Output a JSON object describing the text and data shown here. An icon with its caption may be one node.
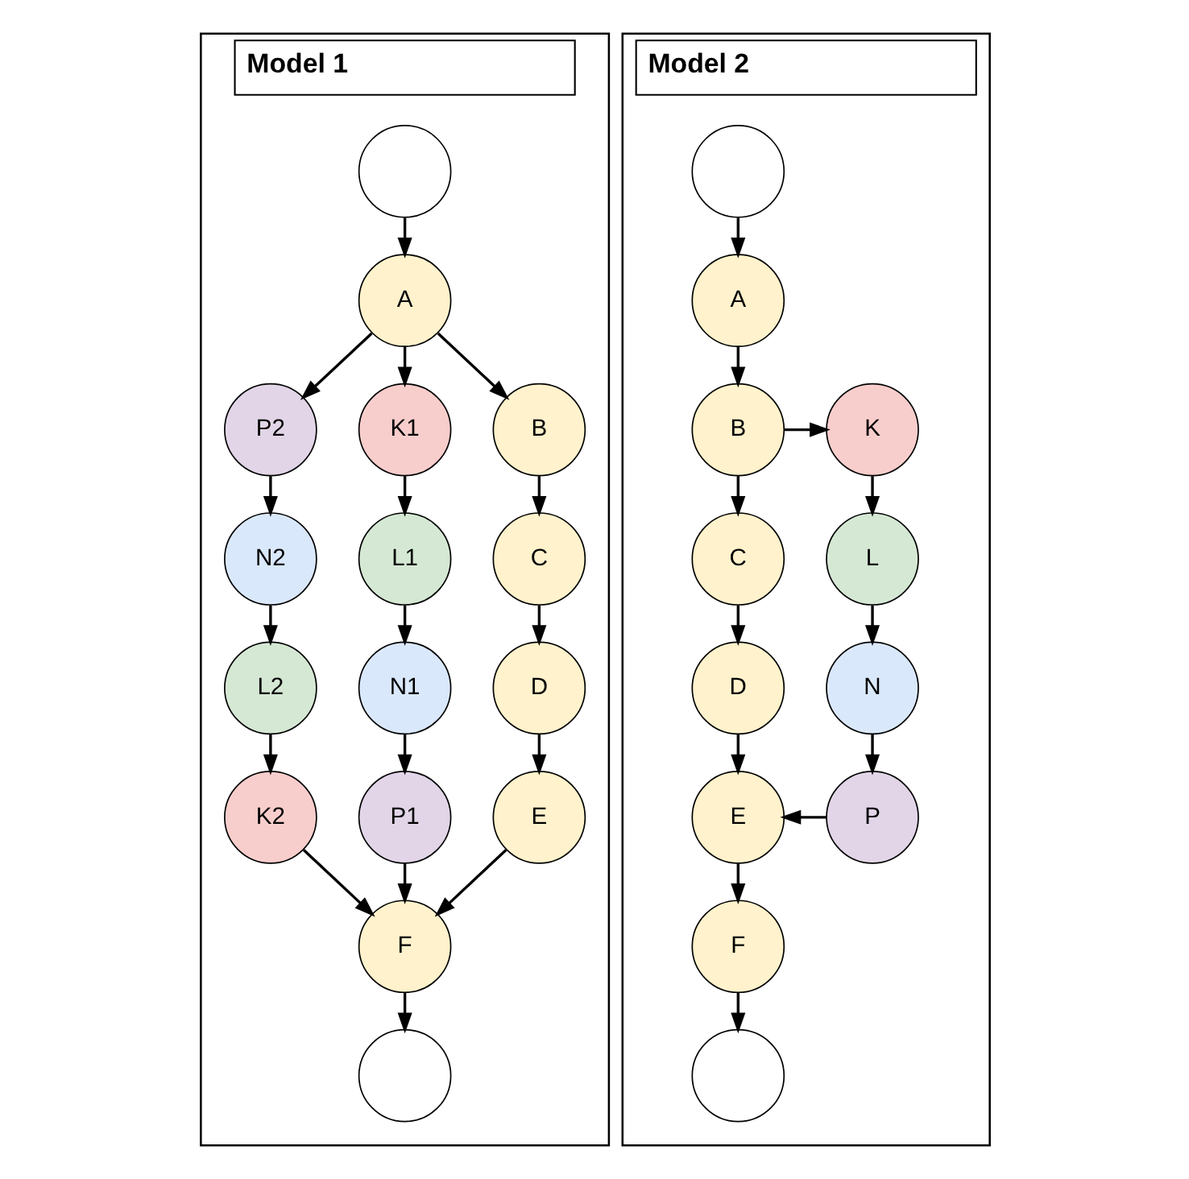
{
  "diagram": {
    "nodes": [
      {
        "text": [
          "Model 1"
        ]
      },
      {
        "text": [],
        "shape": "circle",
        "in": 0
      },
      {
        "text": [
          "A"
        ],
        "in": 0
      },
      {
        "text": [
          "K1"
        ],
        "in": 0
      },
      {
        "text": [
          "B"
        ],
        "in": 0
      },
      {
        "text": [
          "P2"
        ],
        "in": 0
      },
      {
        "text": [
          "L1"
        ],
        "in": 0
      },
      {
        "text": [
          "C"
        ],
        "in": 0
      },
      {
        "text": [
          "N2"
        ],
        "in": 0
      },
      {
        "text": [
          "N1"
        ],
        "in": 0
      },
      {
        "text": [
          "D"
        ],
        "in": 0
      },
      {
        "text": [
          "L2"
        ],
        "in": 0
      },
      {
        "text": [
          "P1"
        ],
        "in": 0
      },
      {
        "text": [
          "E"
        ],
        "in": 0
      },
      {
        "text": [
          "K2"
        ],
        "in": 0
      },
      {
        "text": [
          "F"
        ],
        "in": 0
      },
      {
        "text": [],
        "shape": "circle",
        "in": 0
      },
      {
        "text": [
          "Model 2"
        ]
      },
      {
        "text": [],
        "shape": "circle",
        "in": 17
      },
      {
        "text": [
          "A"
        ],
        "in": 17
      },
      {
        "text": [
          "B"
        ],
        "in": 17
      },
      {
        "text": [
          "K"
        ],
        "in": 17
      },
      {
        "text": [
          "C"
        ],
        "in": 17
      },
      {
        "text": [
          "L"
        ],
        "in": 17
      },
      {
        "text": [
          "D"
        ],
        "in": 17
      },
      {
        "text": [
          "N"
        ],
        "in": 17
      },
      {
        "text": [
          "E"
        ],
        "in": 17
      },
      {
        "text": [
          "P"
        ],
        "in": 17
      },
      {
        "text": [
          "F"
        ],
        "in": 17
      },
      {
        "text": [],
        "shape": "circle",
        "in": 17
      }
    ],
    "edges": [
      {
        "from": 1,
        "to": 2,
        "arrow": "to"
      },
      {
        "from": 2,
        "to": 3,
        "arrow": "to"
      },
      {
        "from": 2,
        "to": 4,
        "arrow": "to"
      },
      {
        "from": 2,
        "to": 5,
        "arrow": "to"
      },
      {
        "from": 3,
        "to": 6,
        "arrow": "to"
      },
      {
        "from": 6,
        "to": 9,
        "arrow": "to"
      },
      {
        "from": 9,
        "to": 12,
        "arrow": "to"
      },
      {
        "from": 12,
        "to": 15,
        "arrow": "to"
      },
      {
        "from": 4,
        "to": 7,
        "arrow": "to"
      },
      {
        "from": 7,
        "to": 10,
        "arrow": "to"
      },
      {
        "from": 10,
        "to": 13,
        "arrow": "to"
      },
      {
        "from": 13,
        "to": 15,
        "arrow": "to"
      },
      {
        "from": 5,
        "to": 8,
        "arrow": "to"
      },
      {
        "from": 8,
        "to": 11,
        "arrow": "to"
      },
      {
        "from": 11,
        "to": 14,
        "arrow": "to"
      },
      {
        "from": 14,
        "to": 15,
        "arrow": "to"
      },
      {
        "from": 15,
        "to": 16,
        "arrow": "to"
      },
      {
        "from": 18,
        "to": 19,
        "arrow": "to"
      },
      {
        "from": 19,
        "to": 20,
        "arrow": "to"
      },
      {
        "from": 20,
        "to": 21,
        "arrow": "to"
      },
      {
        "from": 20,
        "to": 22,
        "arrow": "to"
      },
      {
        "from": 22,
        "to": 24,
        "arrow": "to"
      },
      {
        "from": 24,
        "to": 26,
        "arrow": "to"
      },
      {
        "from": 21,
        "to": 23,
        "arrow": "to"
      },
      {
        "from": 23,
        "to": 25,
        "arrow": "to"
      },
      {
        "from": 25,
        "to": 27,
        "arrow": "to"
      },
      {
        "from": 27,
        "to": 26,
        "arrow": "to"
      },
      {
        "from": 26,
        "to": 28,
        "arrow": "to"
      },
      {
        "from": 28,
        "to": 29,
        "arrow": "to"
      }
    ]
  }
}
